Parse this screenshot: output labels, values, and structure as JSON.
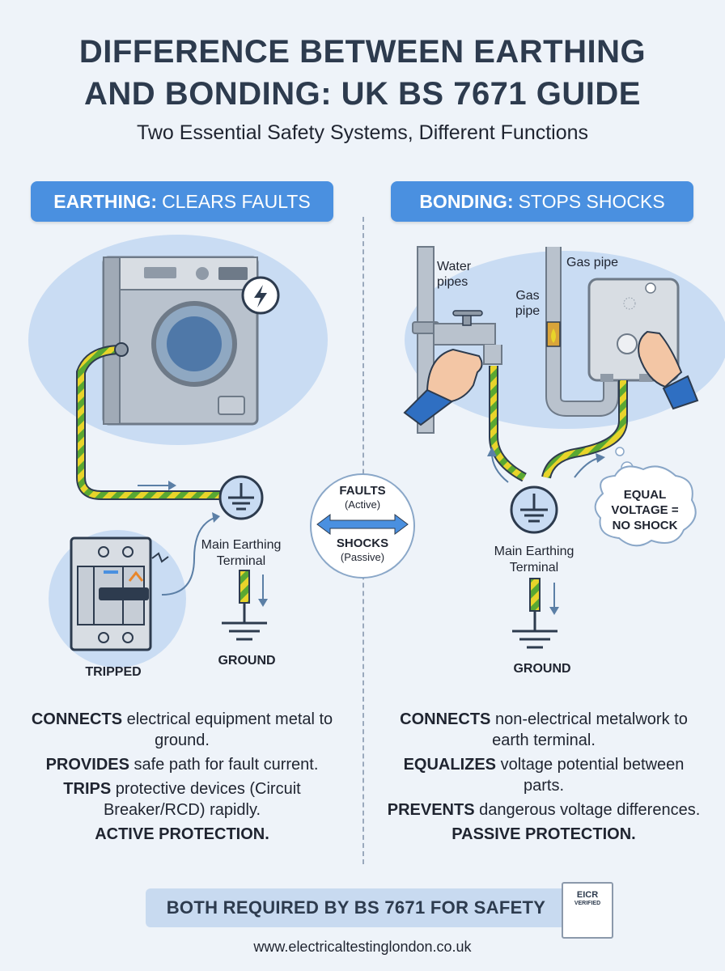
{
  "title_line1": "DIFFERENCE BETWEEN EARTHING",
  "title_line2": "AND BONDING: UK BS 7671 GUIDE",
  "subtitle": "Two Essential Safety Systems, Different Functions",
  "left": {
    "header_bold": "EARTHING:",
    "header_rest": "CLEARS FAULTS",
    "main_terminal_line1": "Main Earthing",
    "main_terminal_line2": "Terminal",
    "breaker_label": "TRIPPED",
    "ground_label": "GROUND",
    "facts": [
      {
        "bold": "CONNECTS",
        "text": " electrical equipment metal to ground."
      },
      {
        "bold": "PROVIDES",
        "text": " safe path for fault current."
      },
      {
        "bold": "TRIPS",
        "text": " protective devices (Circuit Breaker/RCD) rapidly."
      },
      {
        "bold": "ACTIVE PROTECTION.",
        "text": ""
      }
    ]
  },
  "center": {
    "faults": "FAULTS",
    "active": "(Active)",
    "shocks": "SHOCKS",
    "passive": "(Passive)"
  },
  "right": {
    "header_bold": "BONDING:",
    "header_rest": "STOPS SHOCKS",
    "water_pipes_line1": "Water",
    "water_pipes_line2": "pipes",
    "gas_pipe_top": "Gas pipe",
    "gas_pipe_line1": "Gas",
    "gas_pipe_line2": "pipe",
    "main_terminal_line1": "Main Earthing",
    "main_terminal_line2": "Terminal",
    "ground_label": "GROUND",
    "bubble_line1": "EQUAL",
    "bubble_line2": "VOLTAGE =",
    "bubble_line3": "NO SHOCK",
    "facts": [
      {
        "bold": "CONNECTS",
        "text": " non-electrical metalwork to earth terminal."
      },
      {
        "bold": "EQUALIZES",
        "text": " voltage potential between parts."
      },
      {
        "bold": "PREVENTS",
        "text": " dangerous voltage differences."
      },
      {
        "bold": "PASSIVE PROTECTION.",
        "text": ""
      }
    ]
  },
  "banner": "BOTH REQUIRED BY BS 7671 FOR SAFETY",
  "cert_line1": "EICR",
  "cert_line2": "VERIFIED",
  "footer": "www.electricaltestinglondon.co.uk",
  "colors": {
    "accent_blue": "#4a90e0",
    "earth_green": "#5aa832",
    "earth_yellow": "#e8d42a",
    "background": "#eef3f9"
  }
}
